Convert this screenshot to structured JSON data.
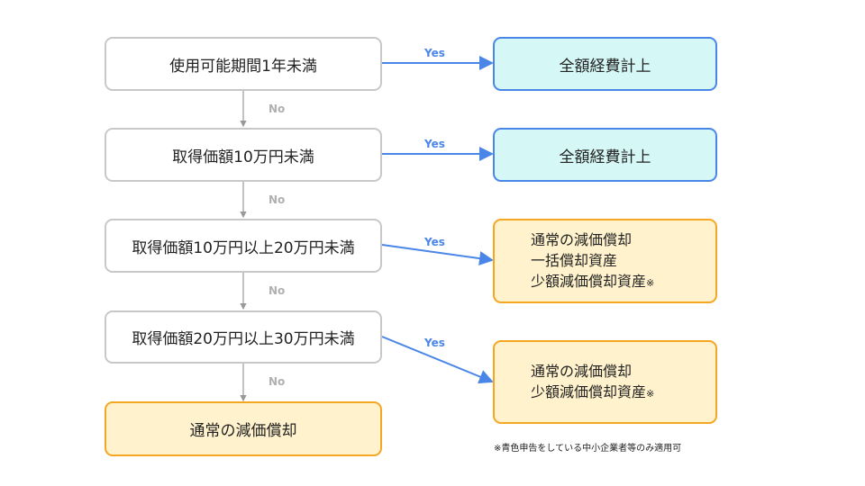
{
  "conditions": [
    "使用可能期間1年未満",
    "取得価額10万円未満",
    "取得価額10万円以上20万円未満",
    "取得価額20万円以上30万円未満"
  ],
  "results": {
    "r1": "全額経費計上",
    "r2": "全額経費計上",
    "r3": [
      "通常の減価償却",
      "一括償却資産",
      "少額減価償却資産"
    ],
    "r4": [
      "通常の減価償却",
      "少額減価償却資産"
    ],
    "final": "通常の減価償却"
  },
  "note_mark": "※",
  "labels": {
    "yes": "Yes",
    "no": "No"
  },
  "footnote": "※青色申告をしている中小企業者等のみ適用可",
  "colors": {
    "yes_arrow": "#4a86e8",
    "no_arrow": "#999999",
    "teal_fill": "#d5f8f6",
    "orange_fill": "#fff2cc",
    "orange_border": "#f5a623"
  }
}
